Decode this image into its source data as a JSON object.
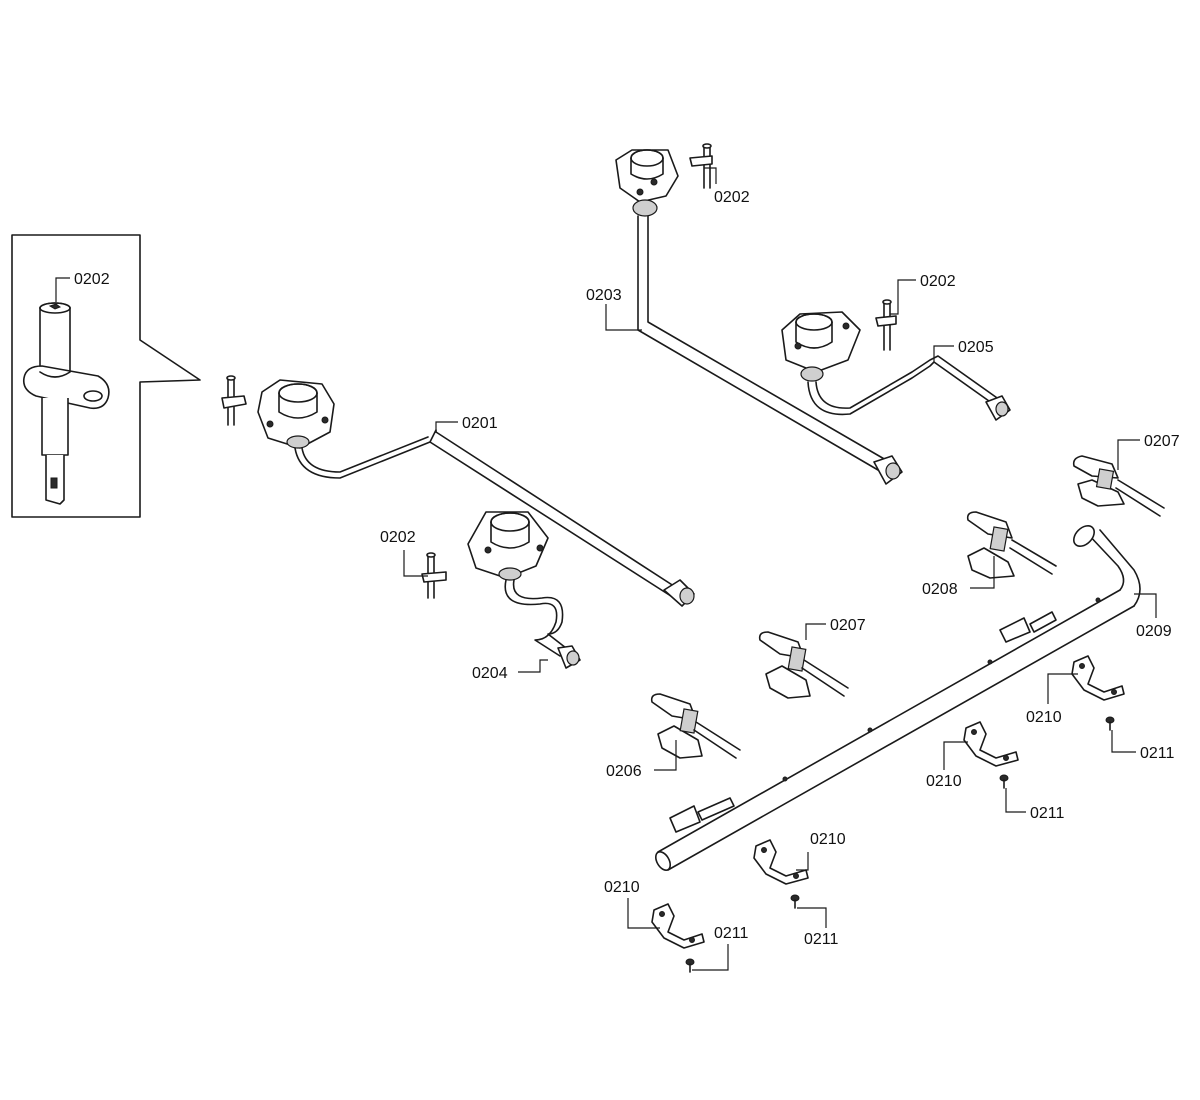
{
  "diagram": {
    "type": "exploded-parts-diagram",
    "callouts": [
      {
        "id": "c1",
        "text": "0202"
      },
      {
        "id": "c2",
        "text": "0202"
      },
      {
        "id": "c3",
        "text": "0202"
      },
      {
        "id": "c4",
        "text": "0202"
      },
      {
        "id": "c5",
        "text": "0201"
      },
      {
        "id": "c6",
        "text": "0203"
      },
      {
        "id": "c7",
        "text": "0205"
      },
      {
        "id": "c8",
        "text": "0204"
      },
      {
        "id": "c9",
        "text": "0207"
      },
      {
        "id": "c10",
        "text": "0208"
      },
      {
        "id": "c11",
        "text": "0209"
      },
      {
        "id": "c12",
        "text": "0207"
      },
      {
        "id": "c13",
        "text": "0206"
      },
      {
        "id": "c14",
        "text": "0210"
      },
      {
        "id": "c15",
        "text": "0211"
      },
      {
        "id": "c16",
        "text": "0210"
      },
      {
        "id": "c17",
        "text": "0211"
      },
      {
        "id": "c18",
        "text": "0210"
      },
      {
        "id": "c19",
        "text": "0211"
      },
      {
        "id": "c20",
        "text": "0210"
      },
      {
        "id": "c21",
        "text": "0211"
      }
    ]
  }
}
